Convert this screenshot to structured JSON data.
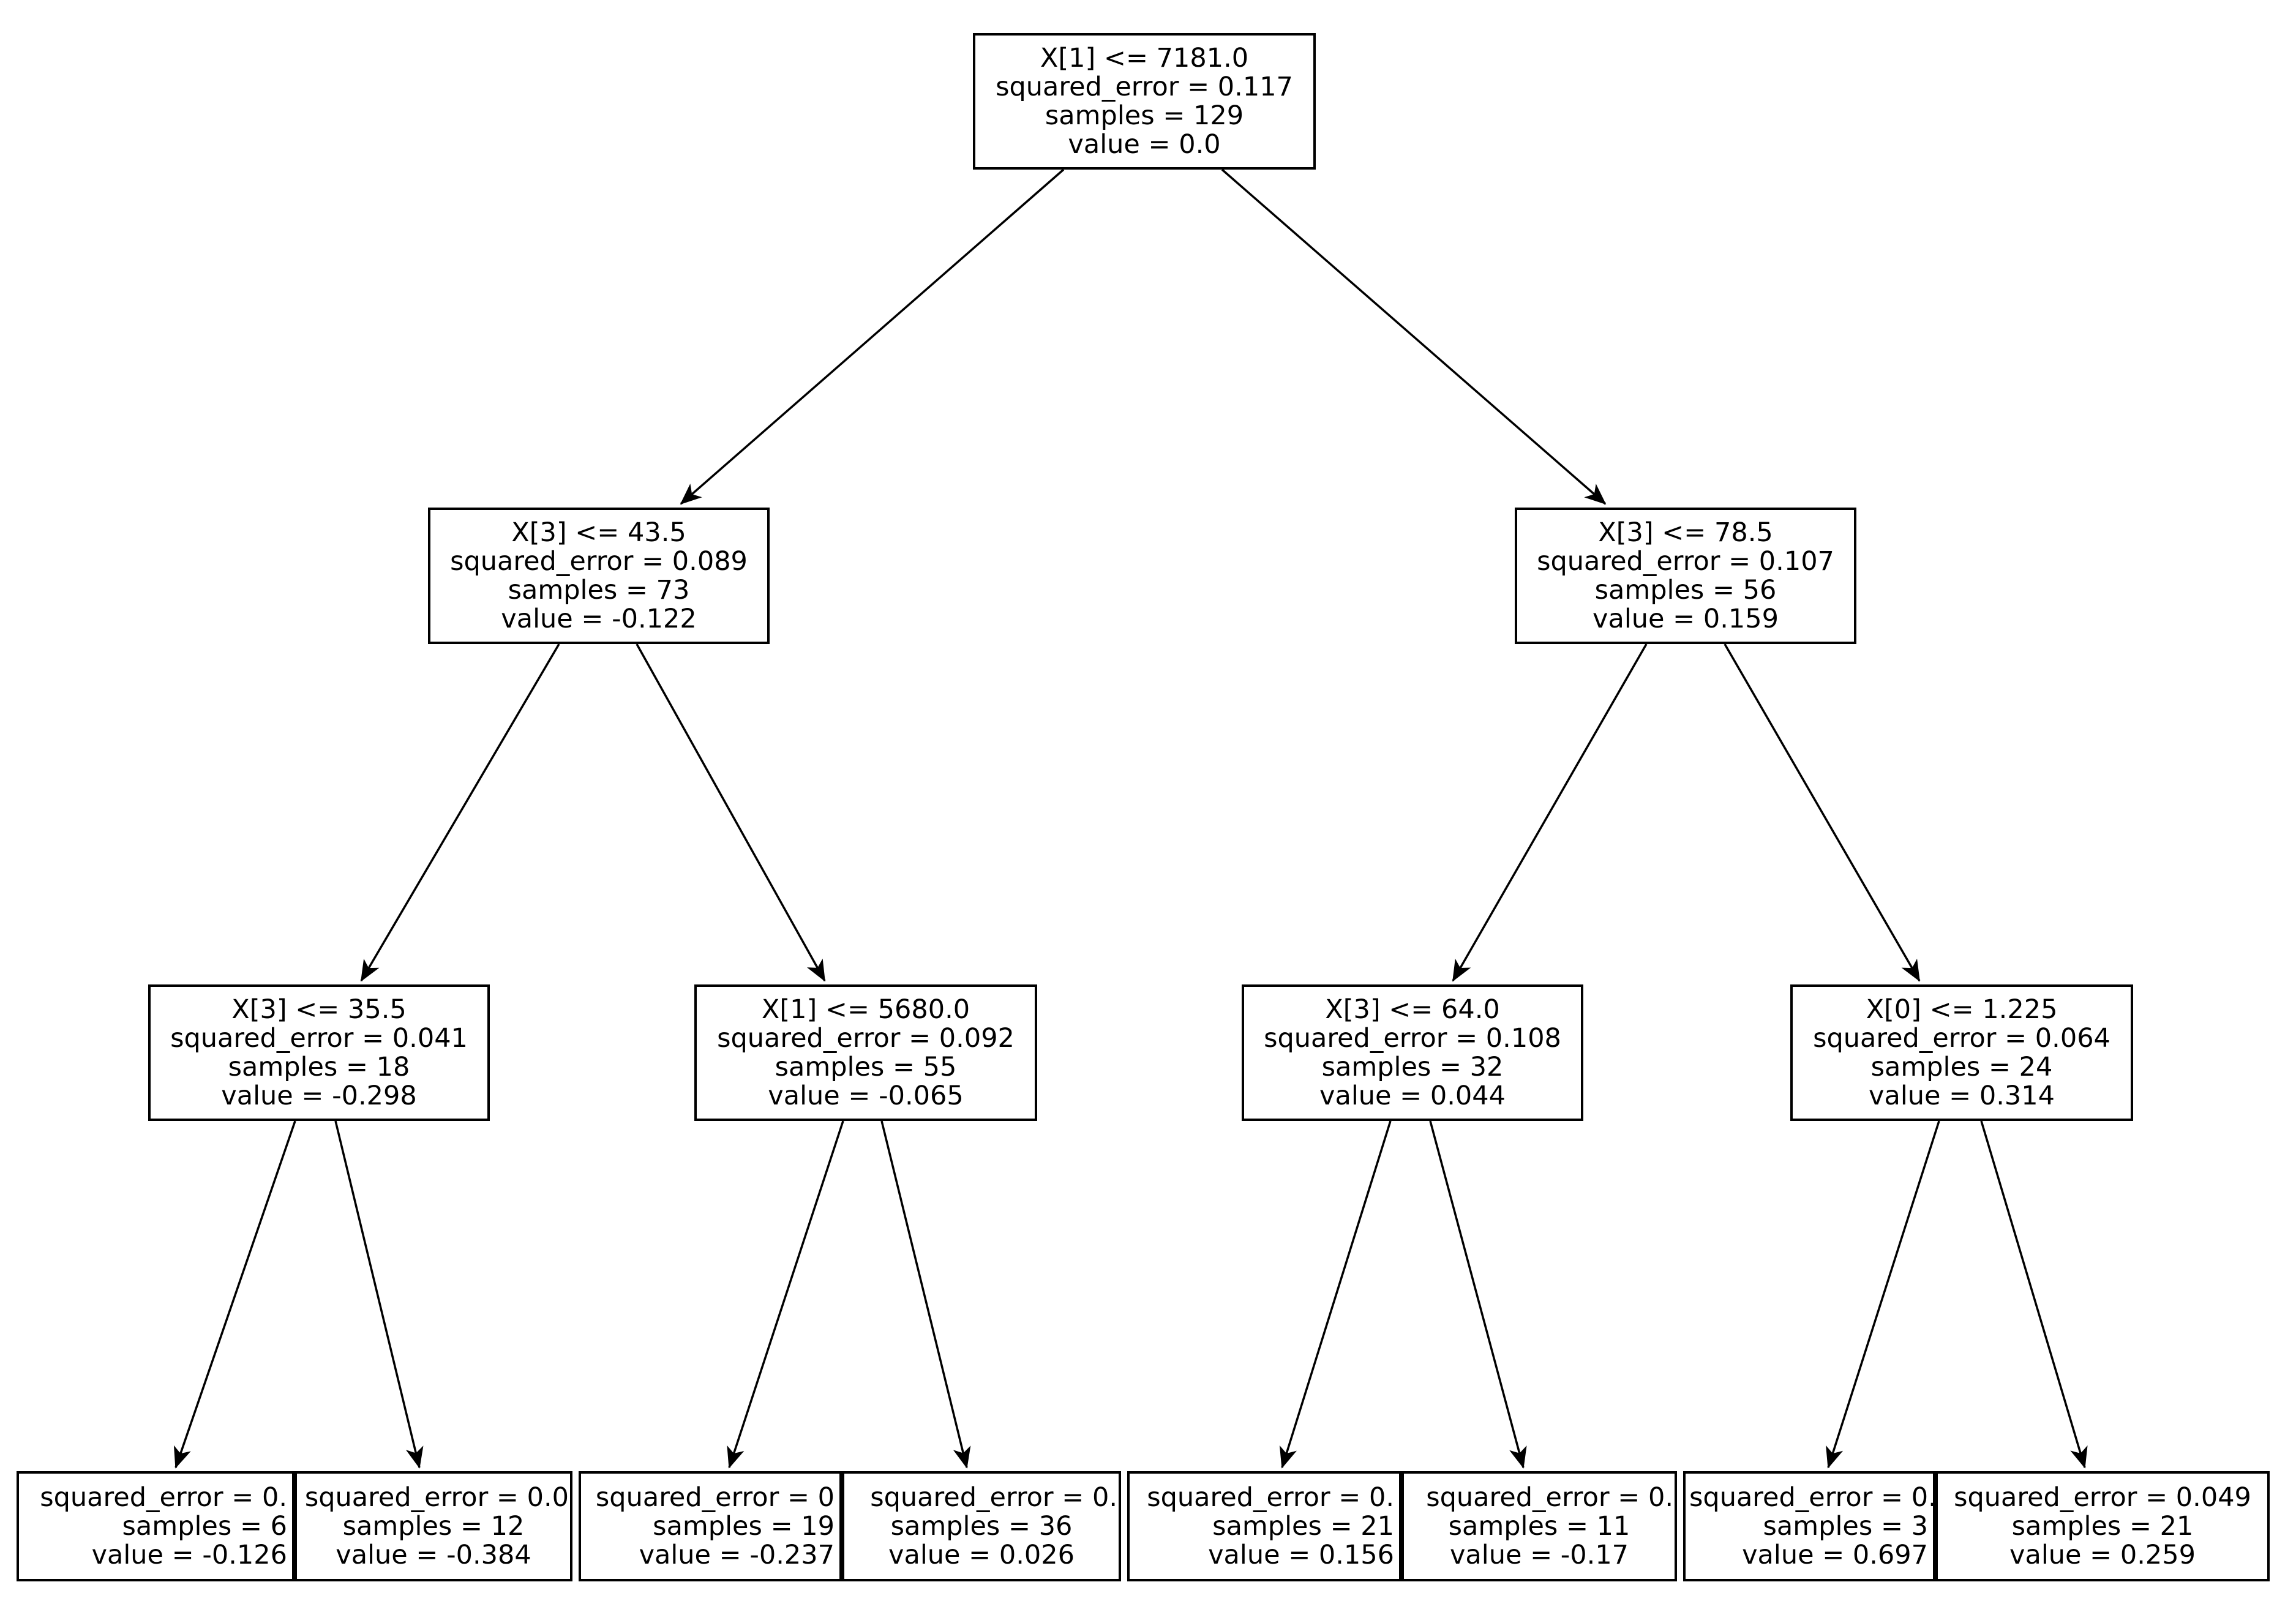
{
  "figure": {
    "kind": "decision-tree-regressor-plot",
    "background": "#ffffff",
    "box_border_color": "#000000",
    "text_color": "#000000",
    "arrow_color": "#000000"
  },
  "nodes": [
    {
      "id": 0,
      "depth": 0,
      "condition": "X[1] <= 7181.0",
      "error": "squared_error = 0.117",
      "samples": "samples = 129",
      "value": "value = 0.0"
    },
    {
      "id": 1,
      "depth": 1,
      "condition": "X[3] <= 43.5",
      "error": "squared_error = 0.089",
      "samples": "samples = 73",
      "value": "value = -0.122"
    },
    {
      "id": 2,
      "depth": 1,
      "condition": "X[3] <= 78.5",
      "error": "squared_error = 0.107",
      "samples": "samples = 56",
      "value": "value = 0.159"
    },
    {
      "id": 3,
      "depth": 2,
      "condition": "X[3] <= 35.5",
      "error": "squared_error = 0.041",
      "samples": "samples = 18",
      "value": "value = -0.298"
    },
    {
      "id": 4,
      "depth": 2,
      "condition": "X[1] <= 5680.0",
      "error": "squared_error = 0.092",
      "samples": "samples = 55",
      "value": "value = -0.065"
    },
    {
      "id": 5,
      "depth": 2,
      "condition": "X[3] <= 64.0",
      "error": "squared_error = 0.108",
      "samples": "samples = 32",
      "value": "value = 0.044"
    },
    {
      "id": 6,
      "depth": 2,
      "condition": "X[0] <= 1.225",
      "error": "squared_error = 0.064",
      "samples": "samples = 24",
      "value": "value = 0.314"
    },
    {
      "id": 7,
      "depth": 3,
      "error": "squared_error = 0.",
      "samples": "samples = 6",
      "value": "value = -0.126"
    },
    {
      "id": 8,
      "depth": 3,
      "error": "squared_error = 0.0",
      "samples": "samples = 12",
      "value": "value = -0.384"
    },
    {
      "id": 9,
      "depth": 3,
      "error": "squared_error = 0",
      "samples": "samples = 19",
      "value": "value = -0.237"
    },
    {
      "id": 10,
      "depth": 3,
      "error": "squared_error = 0.",
      "samples": "samples = 36",
      "value": "value = 0.026"
    },
    {
      "id": 11,
      "depth": 3,
      "error": "squared_error = 0.",
      "samples": "samples = 21",
      "value": "value = 0.156"
    },
    {
      "id": 12,
      "depth": 3,
      "error": "squared_error = 0.",
      "samples": "samples = 11",
      "value": "value = -0.17"
    },
    {
      "id": 13,
      "depth": 3,
      "error": "squared_error = 0.",
      "samples": "samples = 3",
      "value": "value = 0.697"
    },
    {
      "id": 14,
      "depth": 3,
      "error": "squared_error = 0.049",
      "samples": "samples = 21",
      "value": "value = 0.259"
    }
  ],
  "edges": [
    {
      "from": 0,
      "to": 1
    },
    {
      "from": 0,
      "to": 2
    },
    {
      "from": 1,
      "to": 3
    },
    {
      "from": 1,
      "to": 4
    },
    {
      "from": 2,
      "to": 5
    },
    {
      "from": 2,
      "to": 6
    },
    {
      "from": 3,
      "to": 7
    },
    {
      "from": 3,
      "to": 8
    },
    {
      "from": 4,
      "to": 9
    },
    {
      "from": 4,
      "to": 10
    },
    {
      "from": 5,
      "to": 11
    },
    {
      "from": 5,
      "to": 12
    },
    {
      "from": 6,
      "to": 13
    },
    {
      "from": 6,
      "to": 14
    }
  ]
}
